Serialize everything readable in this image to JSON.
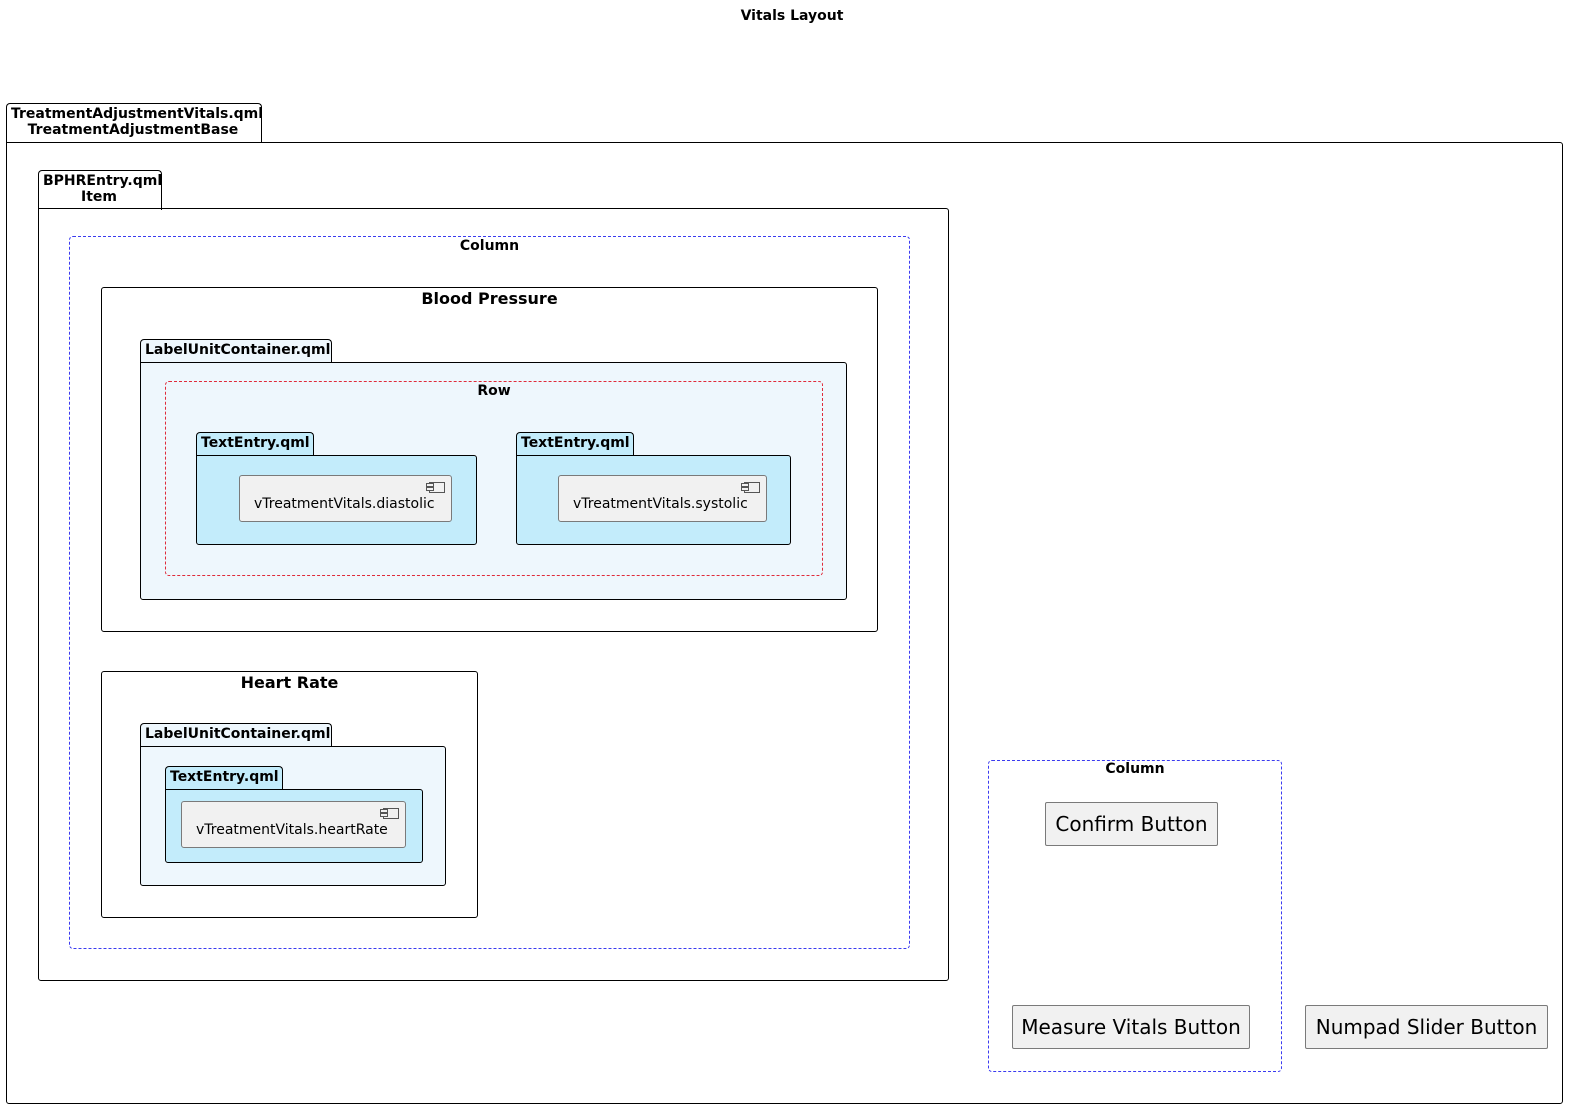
{
  "diagram": {
    "title": "Vitals Layout",
    "root_package": {
      "line1": "TreatmentAdjustmentVitals.qml",
      "line2": "TreatmentAdjustmentBase"
    },
    "bphr_package": {
      "line1": "BPHREntry.qml",
      "line2": "Item"
    },
    "column_left_label": "Column",
    "blood_pressure": {
      "title": "Blood Pressure",
      "container_label": "LabelUnitContainer.qml",
      "row_label": "Row",
      "entries": [
        {
          "package": "TextEntry.qml",
          "component": "vTreatmentVitals.diastolic"
        },
        {
          "package": "TextEntry.qml",
          "component": "vTreatmentVitals.systolic"
        }
      ]
    },
    "heart_rate": {
      "title": "Heart Rate",
      "container_label": "LabelUnitContainer.qml",
      "entry": {
        "package": "TextEntry.qml",
        "component": "vTreatmentVitals.heartRate"
      }
    },
    "column_right_label": "Column",
    "buttons": {
      "confirm": "Confirm Button",
      "measure": "Measure Vitals Button",
      "numpad": "Numpad Slider Button"
    },
    "colors": {
      "column_border": "#3b3bf0",
      "row_border": "#e02b3a",
      "textentry_fill": "#c3ecfb",
      "container_fill": "#eef7fd",
      "component_fill": "#f1f1f1"
    },
    "icons": [
      "component-icon"
    ]
  }
}
